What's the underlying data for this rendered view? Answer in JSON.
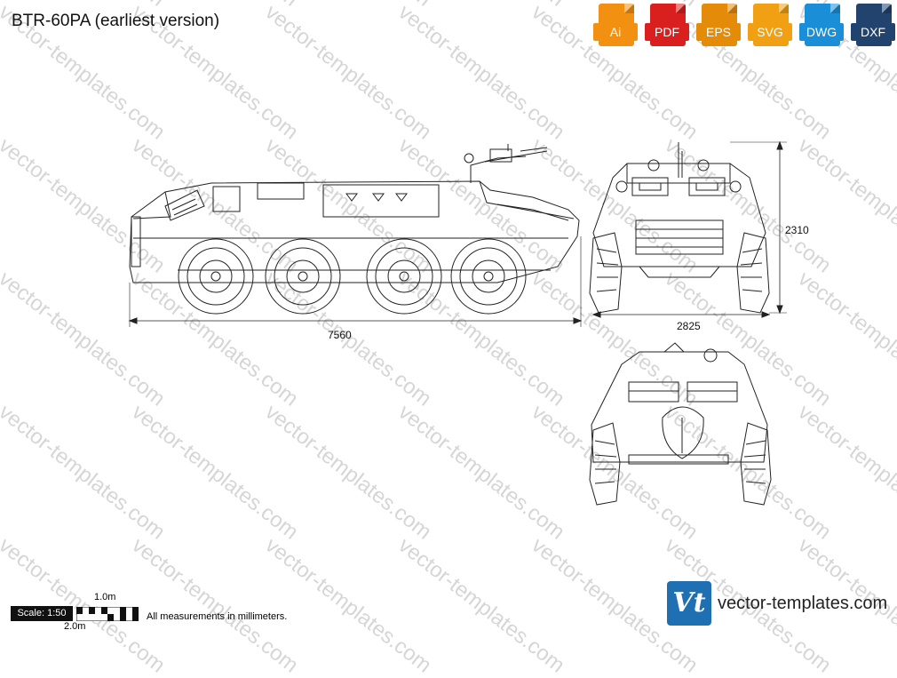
{
  "title": "BTR-60PA (earliest version)",
  "watermark": "vector-templates.com",
  "formats": [
    {
      "label": "Ai",
      "color": "#f29111",
      "icon": "ai-file-icon"
    },
    {
      "label": "PDF",
      "color": "#d9201f",
      "icon": "pdf-file-icon"
    },
    {
      "label": "EPS",
      "color": "#e58b0a",
      "icon": "eps-file-icon"
    },
    {
      "label": "SVG",
      "color": "#f0a012",
      "icon": "svg-file-icon"
    },
    {
      "label": "DWG",
      "color": "#1a8fd8",
      "icon": "dwg-file-icon"
    },
    {
      "label": "DXF",
      "color": "#23436f",
      "icon": "dxf-file-icon"
    }
  ],
  "dimensions": {
    "length": "7560",
    "width": "2825",
    "height": "2310"
  },
  "scale": {
    "label": "Scale: 1:50",
    "one_meter": "1.0m",
    "two_meter": "2.0m"
  },
  "note": "All measurements in millimeters.",
  "brand": {
    "logo_text": "Vt",
    "name": "vector-templates.com",
    "color": "#1f6fb3"
  }
}
